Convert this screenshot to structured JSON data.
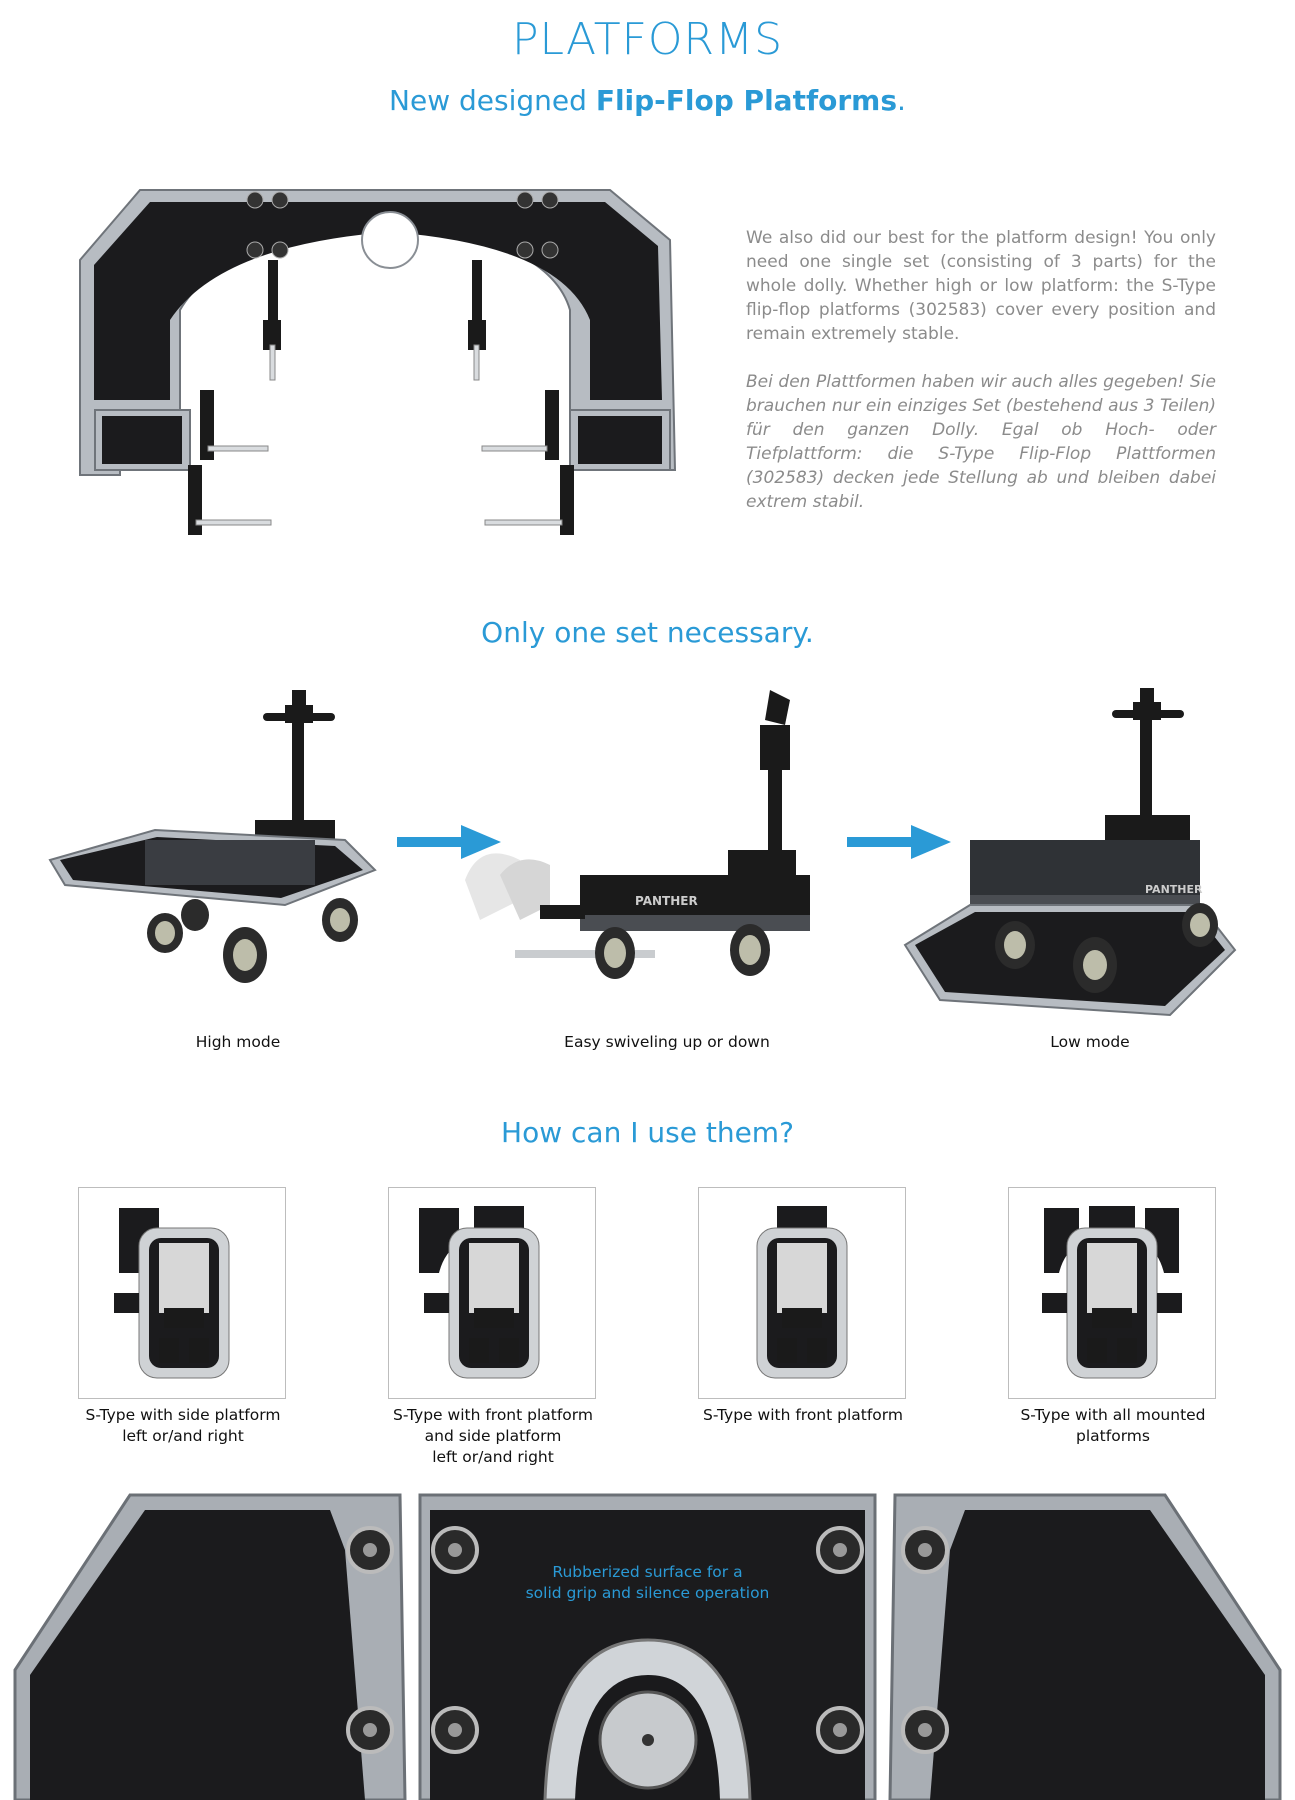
{
  "header": {
    "title": "PLATFORMS",
    "subtitle_prefix": "New designed ",
    "subtitle_bold": "Flip-Flop Platforms",
    "subtitle_suffix": "."
  },
  "intro": {
    "english": "We also did our best for the platform design! You only need one single set (consisting of 3 parts) for the whole dolly. Whether high or low platform: the S-Type flip-flop platforms (302583) cover every position and remain extremely stable.",
    "german": "Bei den Plattformen haben wir auch alles gegeben! Sie brauchen nur ein einziges Set (bestehend aus 3 Teilen) für den ganzen Dolly. Egal ob Hoch- oder Tiefplattform: die S-Type Flip-Flop Plattformen (302583) decken jede Stellung ab und bleiben dabei extrem stabil."
  },
  "modes": {
    "heading": "Only one set necessary.",
    "items": [
      {
        "caption": "High mode"
      },
      {
        "caption": "Easy swiveling up or down"
      },
      {
        "caption": "Low mode"
      }
    ],
    "arrow_color": "#2a9ad6"
  },
  "usage": {
    "heading": "How can I use them?",
    "items": [
      {
        "line1": "S-Type with side platform",
        "line2": "left or/and right",
        "line3": ""
      },
      {
        "line1": "S-Type with front platform",
        "line2": "and side platform",
        "line3": "left or/and right"
      },
      {
        "line1": "S-Type with front platform",
        "line2": "",
        "line3": ""
      },
      {
        "line1": "S-Type with all mounted",
        "line2": "platforms",
        "line3": ""
      }
    ]
  },
  "closeup": {
    "label_line1": "Rubberized surface for a",
    "label_line2": "solid grip and silence operation"
  },
  "colors": {
    "accent": "#2a9ad6",
    "body_text": "#8b8b8b"
  }
}
